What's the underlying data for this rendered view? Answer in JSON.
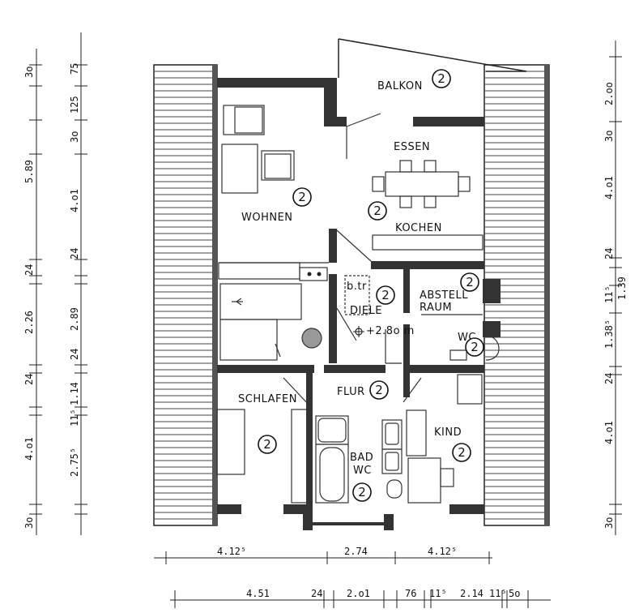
{
  "rooms": {
    "balkon": "BALKON",
    "essen": "ESSEN",
    "wohnen": "WOHNEN",
    "kochen": "KOCHEN",
    "abstell_1": "ABSTELL",
    "abstell_2": "RAUM",
    "diele": "DIELE",
    "btr": "b.tr",
    "wc": "WC",
    "schlafen": "SCHLAFEN",
    "flur": "FLUR",
    "kind": "KIND",
    "bad": "BAD",
    "bad_wc": "WC"
  },
  "level_mark": "+2.8o m",
  "room_number": "2",
  "dims": {
    "left_outer": [
      "3o",
      "5.89",
      "24",
      "2.26",
      "24",
      "4.o1",
      "3o"
    ],
    "left_inner": [
      "75",
      "125",
      "3o",
      "4.o1",
      "24",
      "2.89",
      "24",
      "1.14",
      "11⁵",
      "2.75⁵"
    ],
    "right": [
      "2.oo",
      "3o",
      "4.o1",
      "24",
      "11⁵",
      "1.39",
      "1.38⁵",
      "24",
      "4.o1",
      "3o"
    ],
    "bottom_1": [
      "4.12⁵",
      "2.74",
      "4.12⁵"
    ],
    "bottom_2": [
      "4.51",
      "24",
      "2.o1",
      "76",
      "11⁵",
      "2.14",
      "11⁵",
      "5o"
    ]
  }
}
